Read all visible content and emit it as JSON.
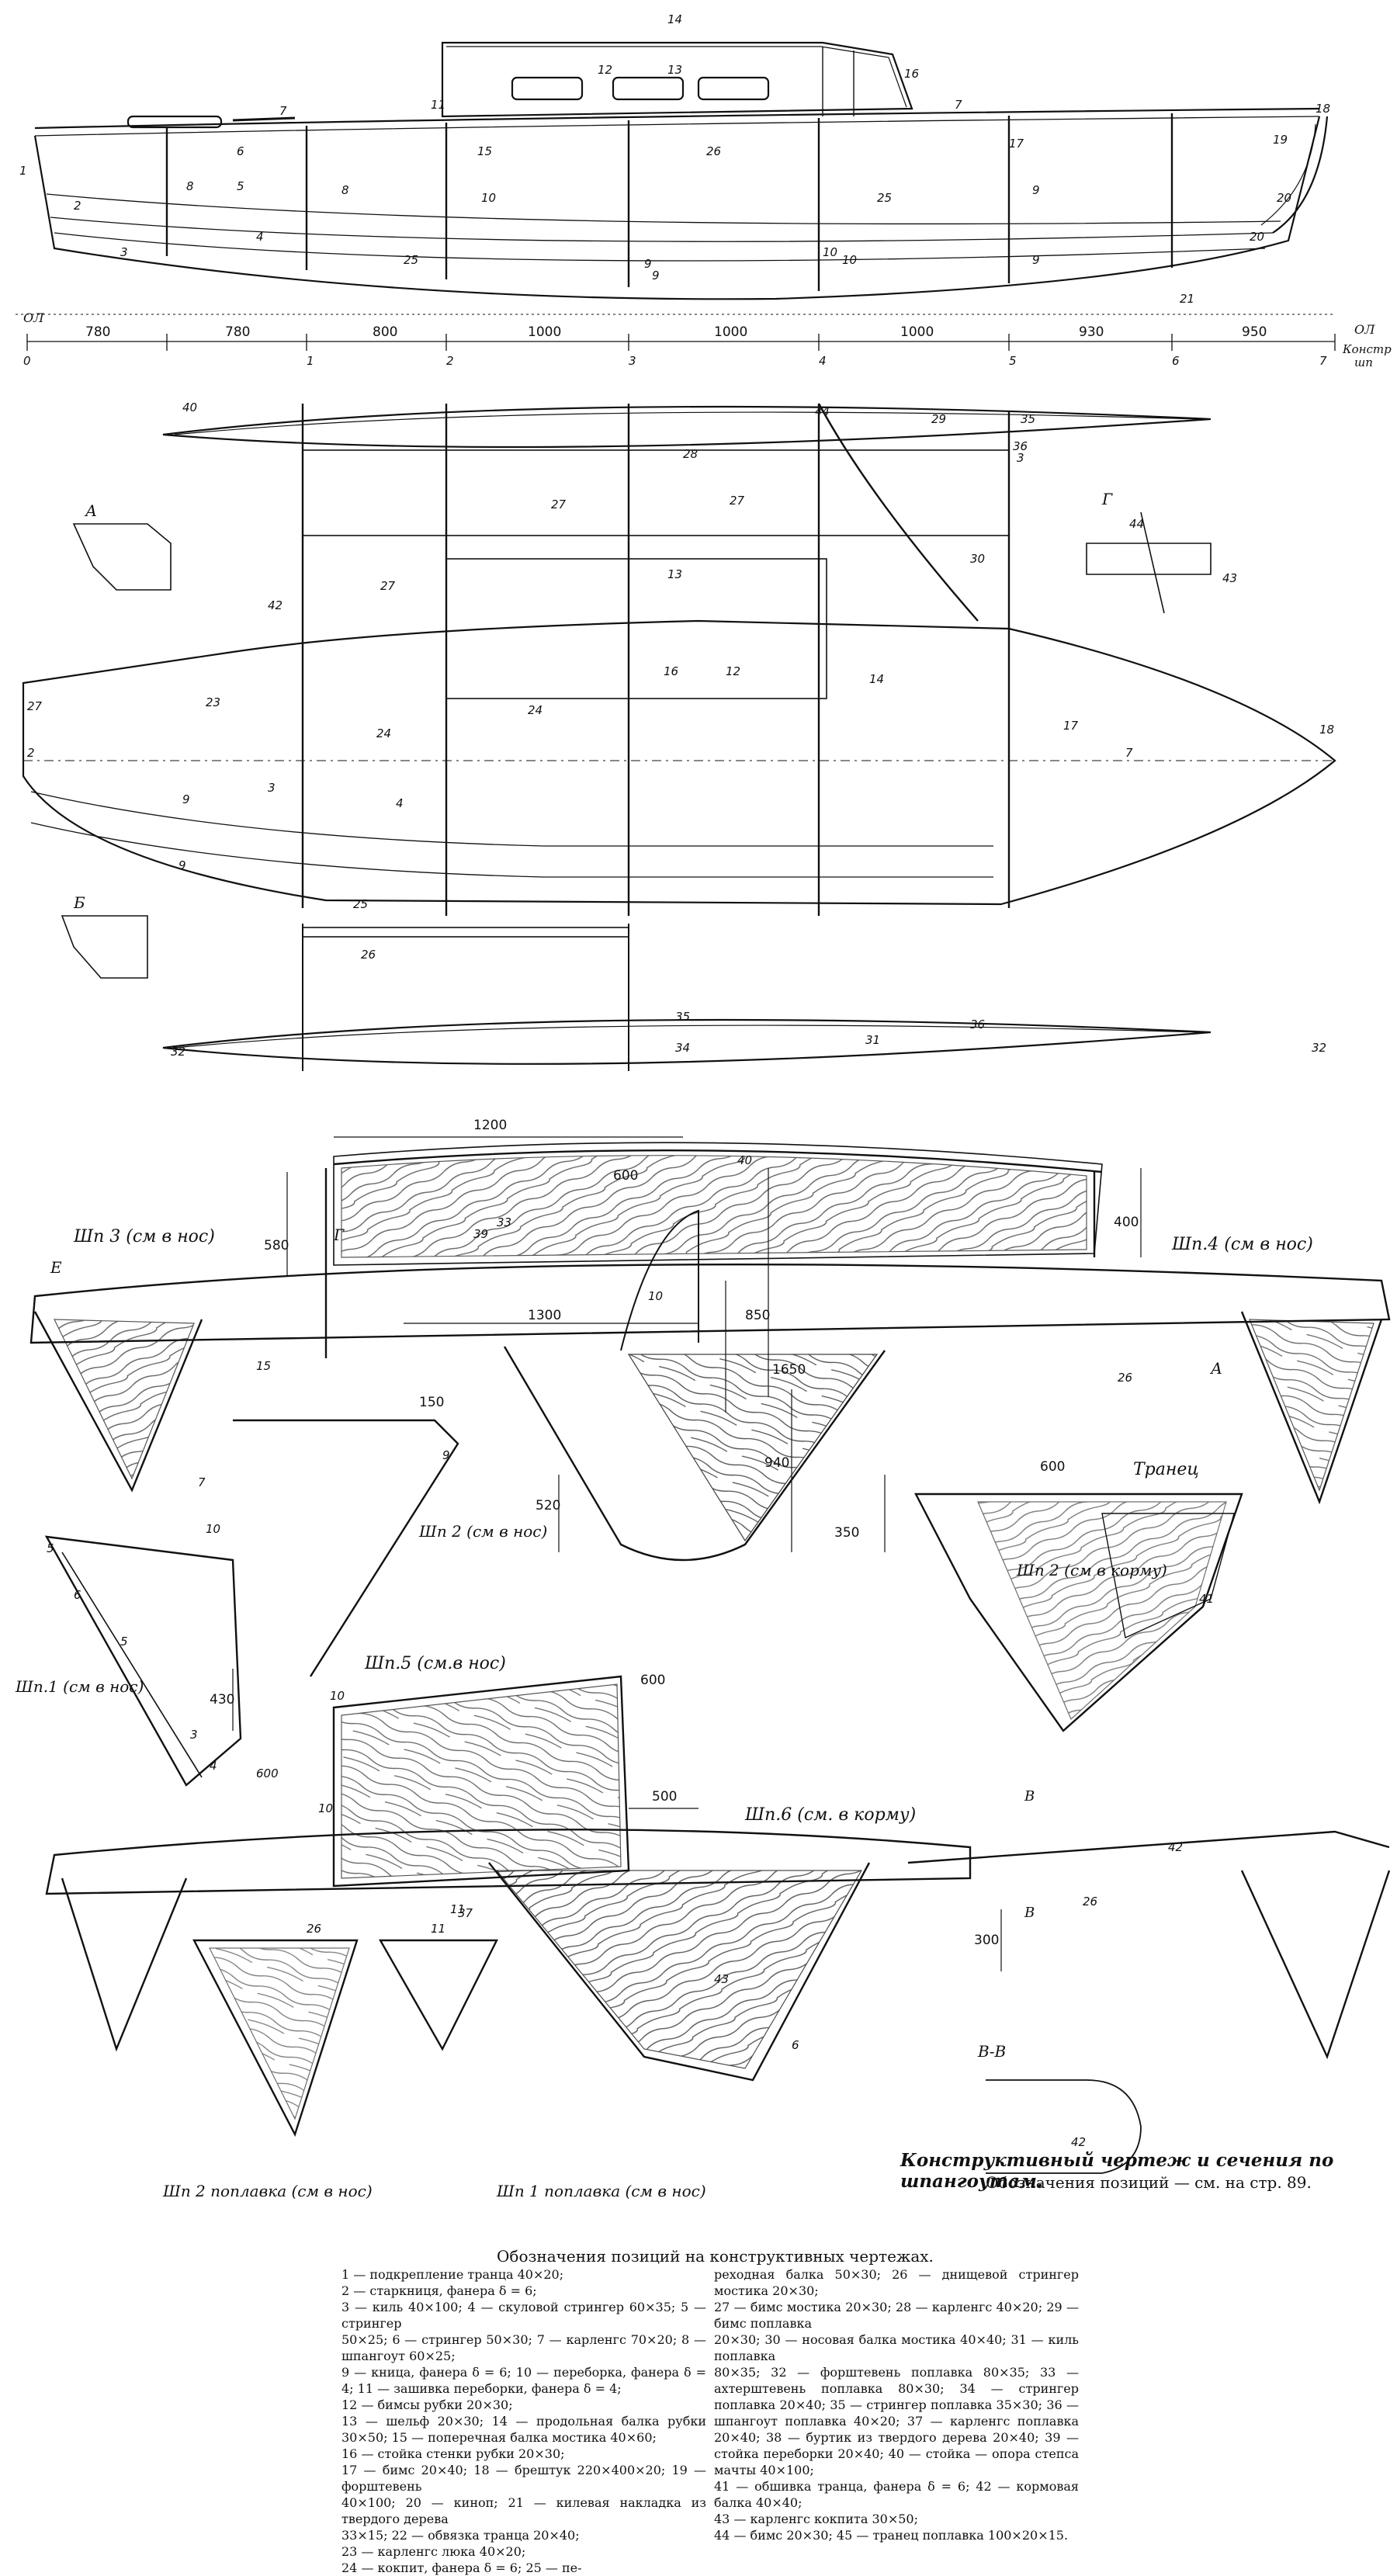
{
  "drawing": {
    "caption": "Конструктивный чертеж и сечения по шпангоутам.",
    "caption_note": "Обозначения позиций — см. на стр. 89.",
    "legend_title": "Обозначения позиций на конструктивных чертежах.",
    "baseline_left": "ОЛ",
    "baseline_right": "ОЛ",
    "konstr_label": "Констр",
    "shp_label": "шп",
    "top_dimensions": [
      "780",
      "780",
      "800",
      "1000",
      "1000",
      "1000",
      "930",
      "950"
    ],
    "station_marks": [
      "0",
      "1",
      "2",
      "3",
      "4",
      "5",
      "6",
      "7"
    ],
    "section_titles": {
      "sh3": "Шп 3 (см в нос)",
      "sh4": "Шп.4 (см в нос)",
      "sh2": "Шп 2 (см в нос)",
      "sh1": "Шп.1 (см в нос)",
      "sh5": "Шп.5 (см.в нос)",
      "sh6": "Шп.6 (см. в корму)",
      "tranets": "Транец",
      "sh2_korm": "Шп 2 (см в корму)",
      "sh2_popl": "Шп 2 поплавка (см в нос)",
      "sh1_popl": "Шп 1 поплавка (см в нос)",
      "vv": "В-В",
      "detail_a": "А",
      "detail_b": "Б",
      "detail_g": "Г",
      "detail_e": "Е",
      "arrow_v": "В"
    },
    "section_dimensions": {
      "d1200": "1200",
      "d600a": "600",
      "d400": "400",
      "d580": "580",
      "d850": "850",
      "d1650": "1650",
      "d1300": "1300",
      "d940": "940",
      "d520": "520",
      "d350": "350",
      "d150": "150",
      "d430": "430",
      "d600b": "600",
      "d600c": "600",
      "d500": "500",
      "d300": "300"
    },
    "part_numbers_top": [
      "14",
      "7",
      "11",
      "12",
      "13",
      "16",
      "7",
      "18",
      "19",
      "15",
      "26",
      "17",
      "1",
      "2",
      "6",
      "8",
      "5",
      "8",
      "10",
      "9",
      "25",
      "10",
      "9",
      "20",
      "3",
      "4",
      "9",
      "10",
      "9",
      "21",
      "20",
      "25"
    ],
    "part_numbers_plan": [
      "40",
      "44",
      "29",
      "35",
      "28",
      "27",
      "27",
      "36",
      "3",
      "42",
      "27",
      "13",
      "30",
      "24",
      "16",
      "12",
      "14",
      "23",
      "24",
      "17",
      "7",
      "18",
      "27",
      "2",
      "3",
      "9",
      "4",
      "9",
      "25",
      "26",
      "35",
      "34",
      "31",
      "36",
      "32",
      "32",
      "44",
      "43"
    ],
    "part_numbers_sections": [
      "39",
      "40",
      "33",
      "10",
      "15",
      "26",
      "9",
      "10",
      "5",
      "6",
      "5",
      "3",
      "4",
      "7",
      "41",
      "10",
      "11",
      "26",
      "37",
      "43",
      "6",
      "42",
      "26",
      "42",
      "10",
      "11",
      "600"
    ]
  },
  "legend": {
    "col1": [
      "1 — подкрепление транца 40×20;",
      "2 — старкниця, фанера δ = 6;",
      "3 — киль 40×100; 4 — скуловой стрингер 60×35; 5 — стрингер",
      "50×25; 6 — стрингер 50×30; 7 — карленгс 70×20; 8 — шпангоут 60×25;",
      "9 — кница, фанера δ = 6; 10 — переборка, фанера δ = 4; 11 — зашивка переборки, фанера δ = 4;",
      "12 — бимсы рубки 20×30;",
      "13 — шельф 20×30; 14 — продольная балка рубки 30×50; 15 — поперечная балка мостика 40×60;",
      "16 — стойка стенки рубки 20×30;",
      "17 — бимс 20×40; 18 — брештук 220×400×20; 19 — форштевень",
      "40×100; 20 — киноп; 21 — килевая накладка из твердого дерева",
      "33×15; 22 — обвязка транца 20×40;",
      "23 — карленгс люка 40×20;",
      "24 — кокпит, фанера δ = 6; 25 — пе-"
    ],
    "col2": [
      "реходная балка 50×30; 26 — днищевой стрингер мостика 20×30;",
      "27 — бимс мостика 20×30; 28 — карленгс 40×20; 29 — бимс поплавка",
      "20×30; 30 — носовая балка мостика 40×40; 31 — киль поплавка",
      "80×35; 32 — форштевень поплавка 80×35; 33 — ахтерштевень поплавка 80×30; 34 — стрингер поплавка 20×40; 35 — стрингер поплавка 35×30; 36 — шпангоут поплавка 40×20; 37 — карленгс поплавка 20×40; 38 — буртик из твердого дерева 20×40; 39 — стойка переборки 20×40; 40 — стойка — опора степса мачты 40×100;",
      "41 — обшивка транца, фанера δ = 6; 42 — кормовая балка 40×40;",
      "43 — карленгс кокпита 30×50;",
      "44 — бимс 20×30; 45 — транец поплавка 100×20×15."
    ]
  }
}
